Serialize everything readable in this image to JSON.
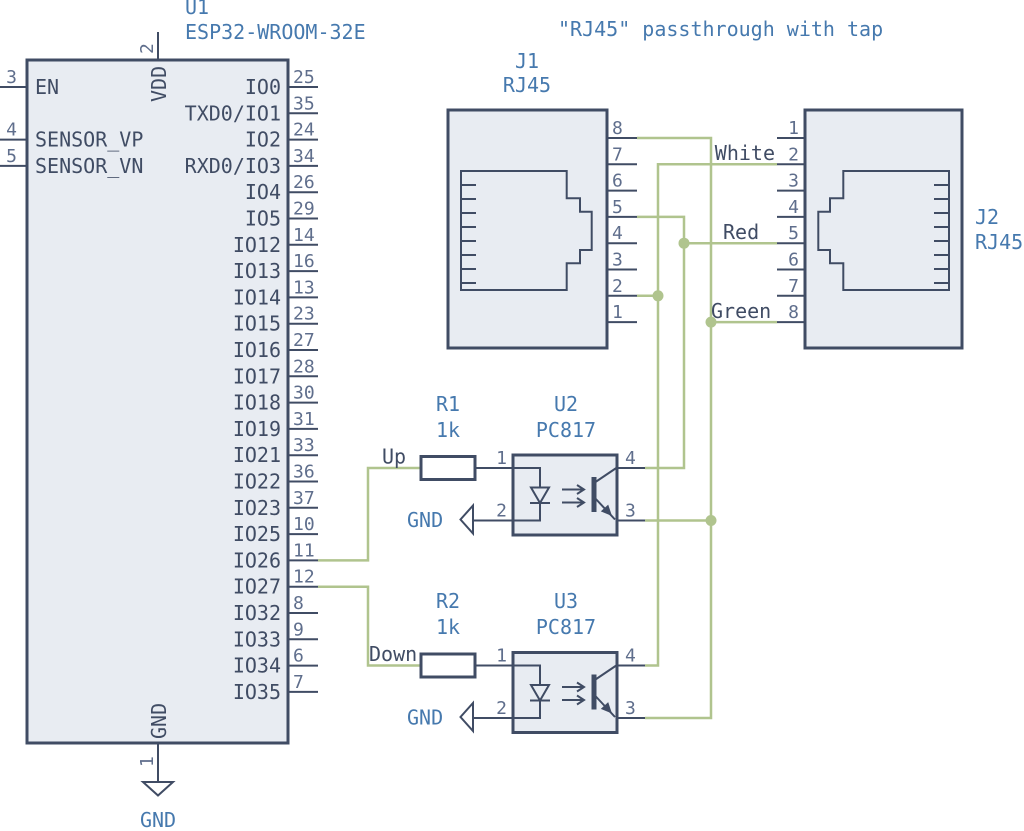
{
  "title": "\"RJ45\" passthrough with tap",
  "u1": {
    "reference": "U1",
    "value": "ESP32-WROOM-32E",
    "top_pin": {
      "number": "2",
      "name": "VDD"
    },
    "bottom_pin": {
      "number": "1",
      "name": "GND"
    },
    "left_pins": [
      {
        "number": "3",
        "name": "EN"
      },
      {
        "number": "4",
        "name": "SENSOR_VP"
      },
      {
        "number": "5",
        "name": "SENSOR_VN"
      }
    ],
    "right_pins": [
      {
        "number": "25",
        "name": "IO0"
      },
      {
        "number": "35",
        "name": "TXD0/IO1"
      },
      {
        "number": "24",
        "name": "IO2"
      },
      {
        "number": "34",
        "name": "RXD0/IO3"
      },
      {
        "number": "26",
        "name": "IO4"
      },
      {
        "number": "29",
        "name": "IO5"
      },
      {
        "number": "14",
        "name": "IO12"
      },
      {
        "number": "16",
        "name": "IO13"
      },
      {
        "number": "13",
        "name": "IO14"
      },
      {
        "number": "23",
        "name": "IO15"
      },
      {
        "number": "27",
        "name": "IO16"
      },
      {
        "number": "28",
        "name": "IO17"
      },
      {
        "number": "30",
        "name": "IO18"
      },
      {
        "number": "31",
        "name": "IO19"
      },
      {
        "number": "33",
        "name": "IO21"
      },
      {
        "number": "36",
        "name": "IO22"
      },
      {
        "number": "37",
        "name": "IO23"
      },
      {
        "number": "10",
        "name": "IO25"
      },
      {
        "number": "11",
        "name": "IO26"
      },
      {
        "number": "12",
        "name": "IO27"
      },
      {
        "number": "8",
        "name": "IO32"
      },
      {
        "number": "9",
        "name": "IO33"
      },
      {
        "number": "6",
        "name": "IO34"
      },
      {
        "number": "7",
        "name": "IO35"
      }
    ]
  },
  "j1": {
    "reference": "J1",
    "value": "RJ45",
    "pin_numbers": [
      "8",
      "7",
      "6",
      "5",
      "4",
      "3",
      "2",
      "1"
    ]
  },
  "j2": {
    "reference": "J2",
    "value": "RJ45",
    "pin_numbers": [
      "1",
      "2",
      "3",
      "4",
      "5",
      "6",
      "7",
      "8"
    ]
  },
  "r1": {
    "reference": "R1",
    "value": "1k"
  },
  "r2": {
    "reference": "R2",
    "value": "1k"
  },
  "u2": {
    "reference": "U2",
    "value": "PC817",
    "pin_numbers": {
      "anode": "1",
      "cathode": "2",
      "emitter": "3",
      "collector": "4"
    }
  },
  "u3": {
    "reference": "U3",
    "value": "PC817",
    "pin_numbers": {
      "anode": "1",
      "cathode": "2",
      "emitter": "3",
      "collector": "4"
    }
  },
  "net_labels": {
    "up": "Up",
    "down": "Down",
    "white": "White",
    "red": "Red",
    "green": "Green"
  },
  "power_labels": {
    "gnd_u1": "GND",
    "gnd_u2": "GND",
    "gnd_u3": "GND"
  },
  "colors": {
    "wire": "#B0C48E",
    "outline": "#404C64",
    "body_fill": "#E8ECF2",
    "reference_text": "#4679AE",
    "pin_number_text": "#5F6E8C"
  }
}
